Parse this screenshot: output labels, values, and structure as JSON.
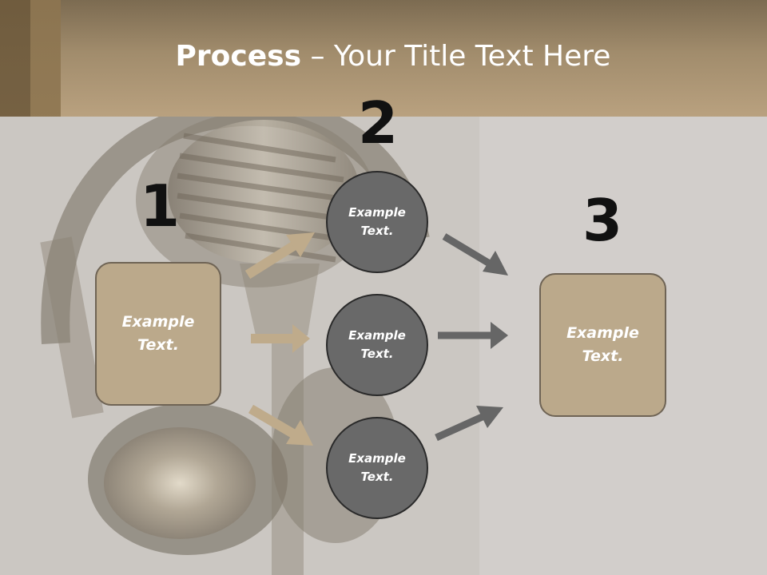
{
  "title": {
    "bold": "Process",
    "rest": " – Your Title Text Here"
  },
  "steps": [
    {
      "number": "1",
      "label": "Example\nText."
    },
    {
      "number": "2",
      "items": [
        "Example\nText.",
        "Example\nText.",
        "Example\nText."
      ]
    },
    {
      "number": "3",
      "label": "Example\nText."
    }
  ],
  "colors": {
    "box_fill": "#bba98b",
    "circle_fill": "#696969",
    "tan_arrow": "#bfab8b",
    "gray_arrow": "#666666"
  },
  "background": {
    "image": "microphone-and-headphones-photo"
  }
}
